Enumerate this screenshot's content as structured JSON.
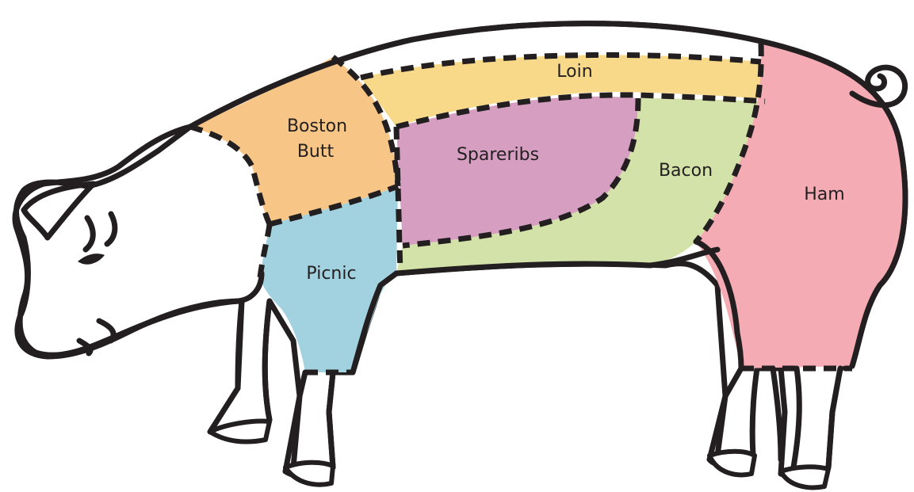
{
  "diagram": {
    "cuts": [
      {
        "id": "loin",
        "label": "Loin",
        "color": "#f8d98a"
      },
      {
        "id": "boston-butt",
        "label_lines": [
          "Boston",
          "Butt"
        ],
        "color": "#f7c586"
      },
      {
        "id": "spareribs",
        "label": "Spareribs",
        "color": "#d69fc2"
      },
      {
        "id": "bacon",
        "label": "Bacon",
        "color": "#d3e2a8"
      },
      {
        "id": "ham",
        "label": "Ham",
        "color": "#f4abb3"
      },
      {
        "id": "picnic",
        "label": "Picnic",
        "color": "#a2d1df"
      }
    ],
    "outline_color": "#231f20",
    "body_color": "#ffffff"
  }
}
